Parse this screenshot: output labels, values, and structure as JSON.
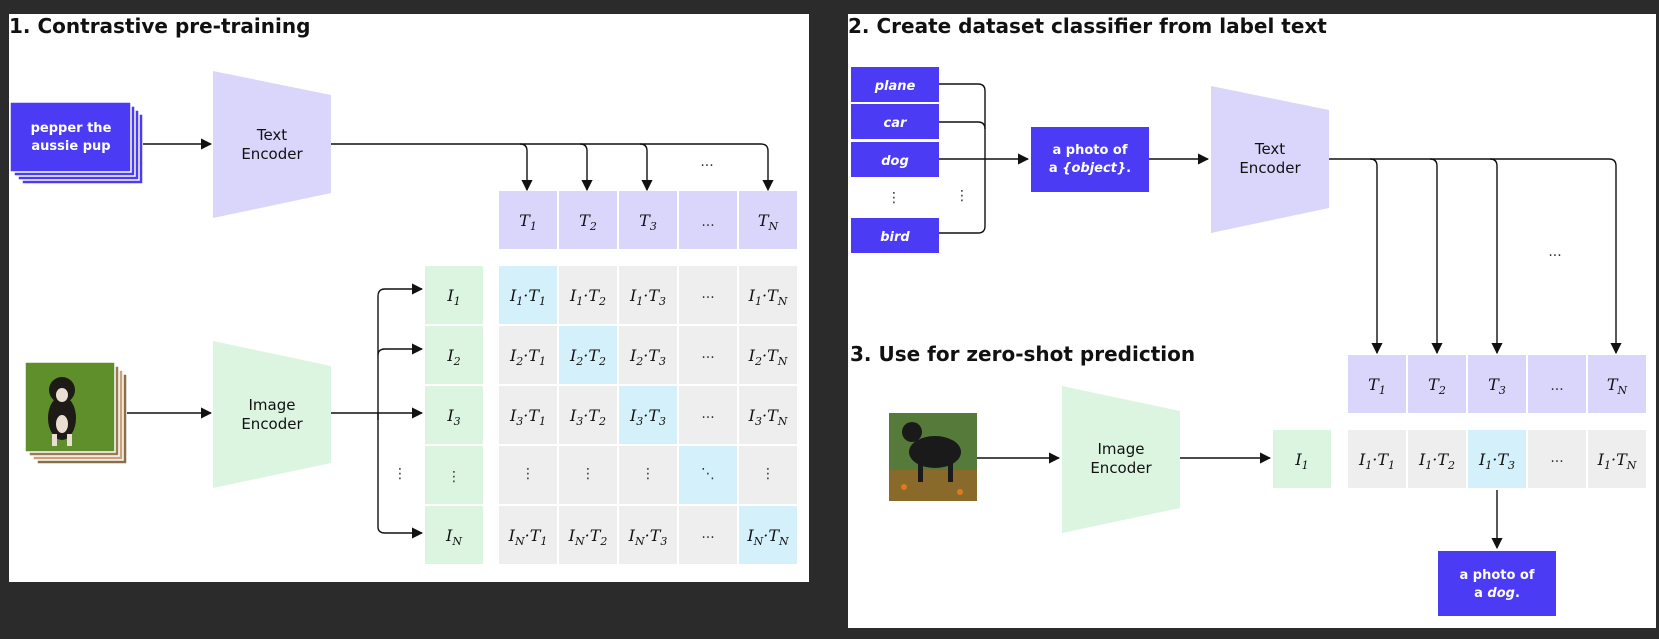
{
  "colors": {
    "page_bg": "#2b2b2b",
    "panel_bg": "#ffffff",
    "purple": "#4b3bf5",
    "text_encoder": "#d9d5fb",
    "image_encoder": "#dcf5e1",
    "cell_gray": "#eeeeee",
    "cell_blue": "#d4f0fa"
  },
  "panel1": {
    "title": "1. Contrastive pre-training",
    "input_text": [
      "pepper the",
      "aussie pup"
    ],
    "text_encoder": [
      "Text",
      "Encoder"
    ],
    "image_encoder": [
      "Image",
      "Encoder"
    ],
    "image_icon": "puppy-photo-stack",
    "arrow_dots": "...",
    "t_headers": [
      {
        "base": "T",
        "sub": "1"
      },
      {
        "base": "T",
        "sub": "2"
      },
      {
        "base": "T",
        "sub": "3"
      },
      {
        "base": "...",
        "sub": ""
      },
      {
        "base": "T",
        "sub": "N"
      }
    ],
    "i_headers": [
      {
        "base": "I",
        "sub": "1"
      },
      {
        "base": "I",
        "sub": "2"
      },
      {
        "base": "I",
        "sub": "3"
      },
      {
        "base": "⋮",
        "sub": ""
      },
      {
        "base": "I",
        "sub": "N"
      }
    ],
    "matrix_rows": [
      "1",
      "2",
      "3",
      "vdots",
      "N"
    ],
    "matrix_cols": [
      "1",
      "2",
      "3",
      "dots",
      "N"
    ],
    "symbols": {
      "dots": "...",
      "vdots": "⋮",
      "ddots": "⋱",
      "dot_op": "·"
    },
    "left_vdots": "⋮"
  },
  "panel2": {
    "title": "2. Create dataset classifier from label text",
    "labels": [
      "plane",
      "car",
      "dog",
      "⋮",
      "bird"
    ],
    "side_vdots": "⋮",
    "prompt": {
      "line1": "a photo of",
      "line2_prefix": "a ",
      "line2_em": "{object}",
      "line2_suffix": "."
    },
    "text_encoder": [
      "Text",
      "Encoder"
    ],
    "arrow_dots": "..."
  },
  "panel3": {
    "title": "3. Use for zero-shot prediction",
    "image_icon": "dog-photo",
    "image_encoder": [
      "Image",
      "Encoder"
    ],
    "i_label": {
      "base": "I",
      "sub": "1"
    },
    "t_headers": [
      {
        "base": "T",
        "sub": "1"
      },
      {
        "base": "T",
        "sub": "2"
      },
      {
        "base": "T",
        "sub": "3"
      },
      {
        "base": "...",
        "sub": ""
      },
      {
        "base": "T",
        "sub": "N"
      }
    ],
    "scores": [
      {
        "i": "1",
        "t": "1",
        "highlight": false
      },
      {
        "i": "1",
        "t": "2",
        "highlight": false
      },
      {
        "i": "1",
        "t": "3",
        "highlight": true
      },
      {
        "i": "",
        "t": "",
        "highlight": false,
        "dots": true
      },
      {
        "i": "1",
        "t": "N",
        "highlight": false
      }
    ],
    "result": {
      "line1": "a photo of",
      "line2_prefix": "a ",
      "line2_em": "dog",
      "line2_suffix": "."
    }
  }
}
